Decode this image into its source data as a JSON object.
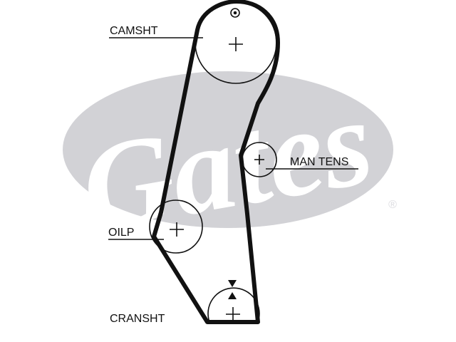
{
  "watermark": {
    "brand": "Gates",
    "registered_mark": "®",
    "color": "#d2d2d6",
    "mark_color": "#dcdce0"
  },
  "labels": {
    "camshaft": "CAMSHT",
    "tensioner": "MAN TENS",
    "oil_pump": "OILP",
    "crankshaft": "CRANSHT"
  },
  "colors": {
    "belt": "#111111",
    "pulley": "#111111"
  }
}
